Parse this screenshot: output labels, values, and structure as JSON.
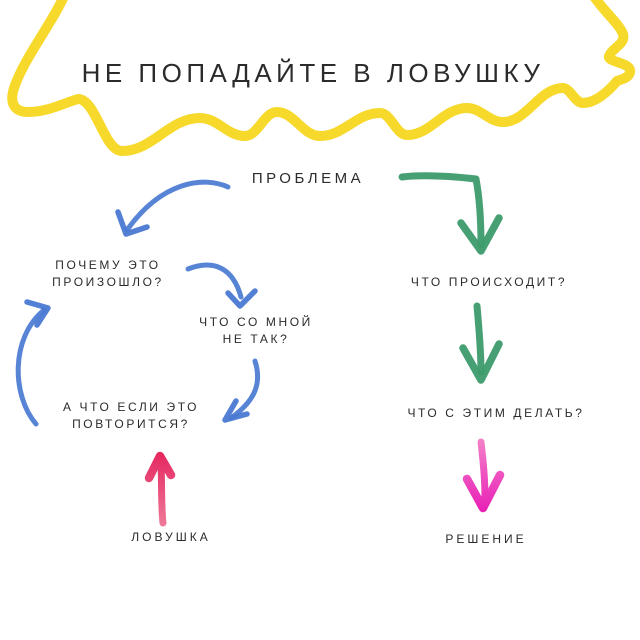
{
  "title": "НЕ ПОПАДАЙТЕ В ЛОВУШКУ",
  "problem_label": "ПРОБЛЕМА",
  "trap_cycle": {
    "why_line1": "ПОЧЕМУ ЭТО",
    "why_line2": "ПРОИЗОШЛО?",
    "wrong_line1": "ЧТО СО МНОЙ",
    "wrong_line2": "НЕ ТАК?",
    "repeat_line1": "А ЧТО ЕСЛИ ЭТО",
    "repeat_line2": "ПОВТОРИТСЯ?",
    "result_label": "ЛОВУШКА"
  },
  "solution_path": {
    "happening_label": "ЧТО ПРОИСХОДИТ?",
    "action_label": "ЧТО С ЭТИМ ДЕЛАТЬ?",
    "result_label": "РЕШЕНИЕ"
  },
  "colors": {
    "background": "#FFFFFF",
    "text": "#2B2B2B",
    "yellow": "#F6D92B",
    "blue": "#4A79D2",
    "green": "#3D9B6C",
    "pink_dark": "#E52A62",
    "pink_light": "#EF7D9C",
    "magenta_dark": "#E81FB6",
    "magenta_light": "#F483C9"
  }
}
